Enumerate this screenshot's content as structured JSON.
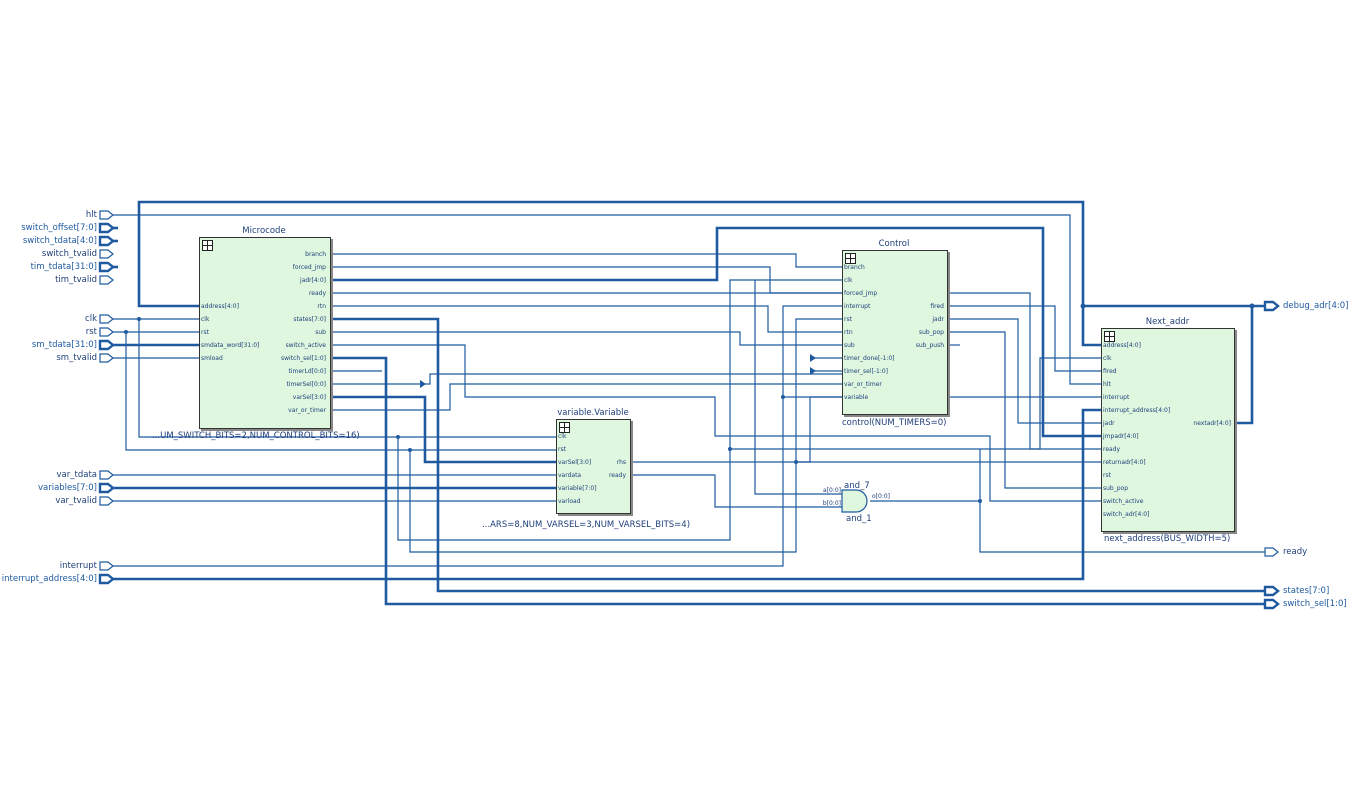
{
  "diagram": {
    "inputs": [
      {
        "name": "hlt",
        "bus": false
      },
      {
        "name": "switch_offset[7:0]",
        "bus": true
      },
      {
        "name": "switch_tdata[4:0]",
        "bus": true
      },
      {
        "name": "switch_tvalid",
        "bus": false
      },
      {
        "name": "tim_tdata[31:0]",
        "bus": true
      },
      {
        "name": "tim_tvalid",
        "bus": false
      },
      {
        "name": "clk",
        "bus": false
      },
      {
        "name": "rst",
        "bus": false
      },
      {
        "name": "sm_tdata[31:0]",
        "bus": true
      },
      {
        "name": "sm_tvalid",
        "bus": false
      },
      {
        "name": "var_tdata",
        "bus": false
      },
      {
        "name": "variables[7:0]",
        "bus": true
      },
      {
        "name": "var_tvalid",
        "bus": false
      },
      {
        "name": "interrupt",
        "bus": false
      },
      {
        "name": "interrupt_address[4:0]",
        "bus": true
      }
    ],
    "outputs": [
      {
        "name": "debug_adr[4:0]",
        "bus": true
      },
      {
        "name": "ready",
        "bus": false
      },
      {
        "name": "states[7:0]",
        "bus": true
      },
      {
        "name": "switch_sel[1:0]",
        "bus": true
      }
    ],
    "blocks": {
      "microcode": {
        "title": "Microcode",
        "param": "...UM_SWITCH_BITS=2,NUM_CONTROL_BITS=16)",
        "in_pins": [
          "address[4:0]",
          "clk",
          "rst",
          "smdata_word[31:0]",
          "smload"
        ],
        "out_pins": [
          "branch",
          "forced_jmp",
          "jadr[4:0]",
          "ready",
          "rtn",
          "states[7:0]",
          "sub",
          "switch_active",
          "switch_sel[1:0]",
          "timerLd[0:0]",
          "timerSel[0:0]",
          "varSel[3:0]",
          "var_or_timer"
        ]
      },
      "variable": {
        "title": "variable.Variable",
        "param": "...ARS=8,NUM_VARSEL=3,NUM_VARSEL_BITS=4)",
        "in_pins": [
          "clk",
          "rst",
          "varSel[3:0]",
          "vardata",
          "variable[7:0]",
          "varload"
        ],
        "out_pins": [
          "rhs",
          "ready"
        ]
      },
      "control": {
        "title": "Control",
        "param": "control(NUM_TIMERS=0)",
        "in_pins": [
          "branch",
          "clk",
          "forced_jmp",
          "interrupt",
          "rst",
          "rtn",
          "sub",
          "timer_done[-1:0]",
          "timer_sel[-1:0]",
          "var_or_timer",
          "variable"
        ],
        "out_pins": [
          "fired",
          "jadr",
          "sub_pop",
          "sub_push"
        ]
      },
      "next_addr": {
        "title": "Next_addr",
        "param": "next_address(BUS_WIDTH=5)",
        "in_pins": [
          "address[4:0]",
          "clk",
          "fired",
          "hlt",
          "interrupt",
          "interrupt_address[4:0]",
          "jadr",
          "jmpadr[4:0]",
          "ready",
          "returnadr[4:0]",
          "rst",
          "sub_pop",
          "switch_active",
          "switch_adr[4:0]"
        ],
        "out_pins": [
          "nextadr[4:0]"
        ]
      },
      "and_gate": {
        "name_top": "and_7",
        "name_bottom": "and_1",
        "in_pins": [
          "a[0:0]",
          "b[0:0]"
        ],
        "out_pin": "o[0:0]"
      }
    }
  }
}
